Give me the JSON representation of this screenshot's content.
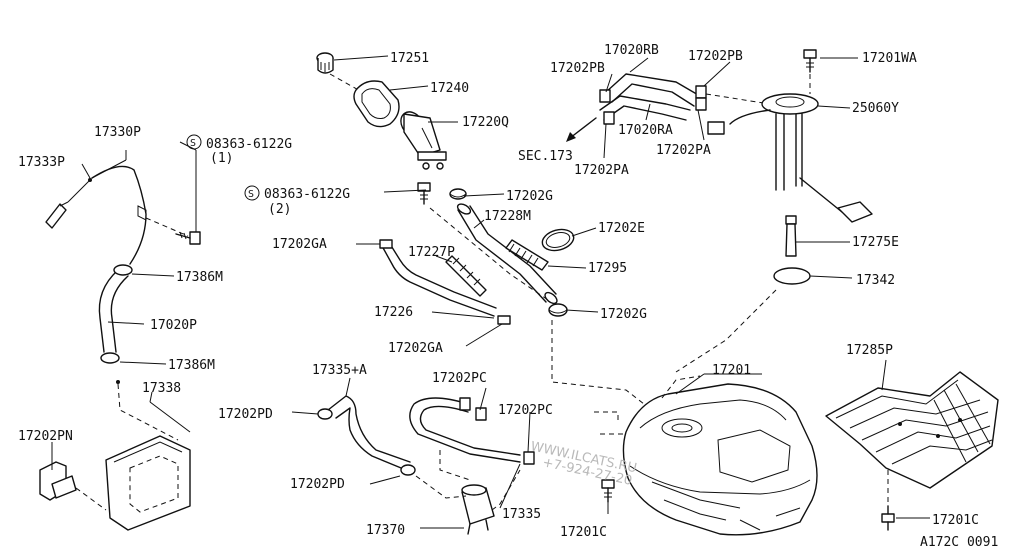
{
  "diagram": {
    "labels": {
      "p17251": "17251",
      "p17240": "17240",
      "p17220q": "17220Q",
      "p17330p": "17330P",
      "p17333p": "17333P",
      "p08363_1": "08363-6122G",
      "q08363_1": "(1)",
      "p08363_2": "08363-6122G",
      "q08363_2": "(2)",
      "s_symbol": "S",
      "p17386m_a": "17386M",
      "p17020p": "17020P",
      "p17386m_b": "17386M",
      "p17338": "17338",
      "p17202pn": "17202PN",
      "p17202g_a": "17202G",
      "p17228m": "17228M",
      "p17202e": "17202E",
      "p17295": "17295",
      "p17202ga_a": "17202GA",
      "p17227p": "17227P",
      "p17226": "17226",
      "p17202g_b": "17202G",
      "p17202ga_b": "17202GA",
      "p17335a": "17335+A",
      "p17202pc_a": "17202PC",
      "p17202pc_b": "17202PC",
      "p17202pd_a": "17202PD",
      "p17202pd_b": "17202PD",
      "p17335": "17335",
      "p17370": "17370",
      "p17201c_a": "17201C",
      "p17201": "17201",
      "p17020rb": "17020RB",
      "p17202pb_a": "17202PB",
      "p17202pb_b": "17202PB",
      "p17201wa": "17201WA",
      "p25060y": "25060Y",
      "p17020ra": "17020RA",
      "sec173": "SEC.173",
      "p17202pa_a": "17202PA",
      "p17202pa_b": "17202PA",
      "p17275e": "17275E",
      "p17342": "17342",
      "p17285p": "17285P",
      "p17201c_b": "17201C",
      "code": "A172C 0091"
    },
    "watermark": {
      "line1": "WWW.ILCATS.RU",
      "line2": "+7-924-27-20"
    }
  }
}
